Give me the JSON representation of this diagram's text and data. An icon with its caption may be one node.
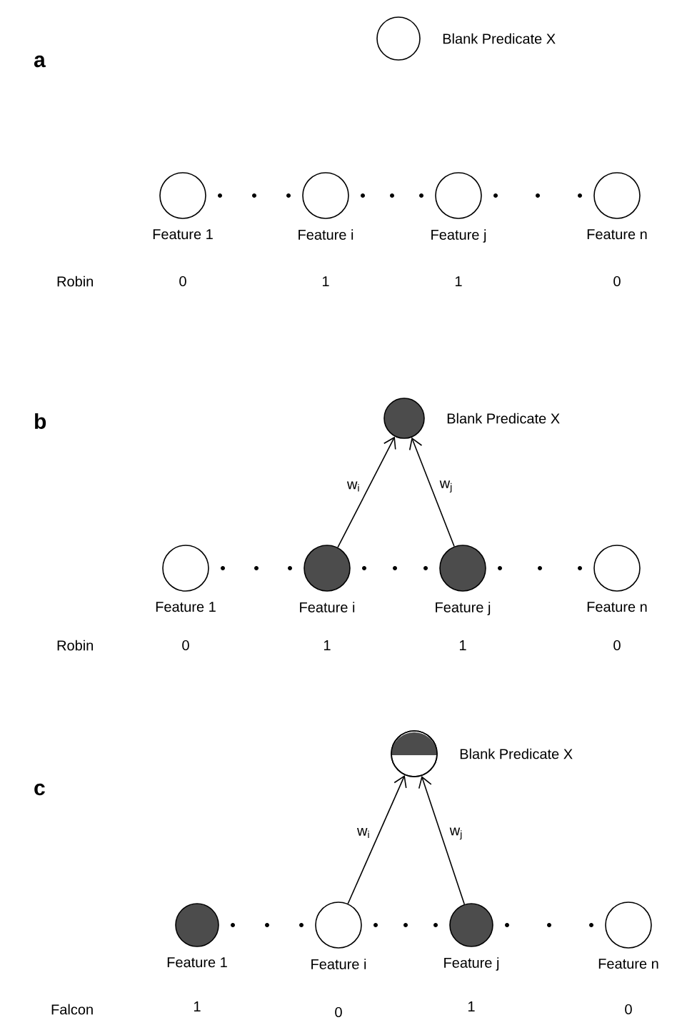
{
  "diagram": {
    "nodes": [
      {
        "text": [
          "Blank Predicate X"
        ]
      },
      {
        "text": [
          "Feature 1"
        ]
      },
      {
        "text": [
          "Feature i"
        ]
      },
      {
        "text": [
          "Feature j"
        ]
      },
      {
        "text": [
          "Feature n"
        ]
      },
      {
        "text": [
          "Blank Predicate X"
        ]
      },
      {
        "text": [
          "Feature 1"
        ]
      },
      {
        "text": [
          "Feature i"
        ]
      },
      {
        "text": [
          "Feature j"
        ]
      },
      {
        "text": [
          "Feature n"
        ]
      },
      {
        "text": [
          "Blank Predicate X"
        ]
      },
      {
        "text": [
          "Feature 1"
        ]
      },
      {
        "text": [
          "Feature i"
        ]
      },
      {
        "text": [
          "Feature j"
        ]
      },
      {
        "text": [
          "Feature n"
        ]
      }
    ],
    "edges": [
      {
        "from": 7,
        "to": 5,
        "arrow": "to",
        "label": "w$_{i}$"
      },
      {
        "from": 8,
        "to": 5,
        "arrow": "to",
        "label": "w$_{j}$"
      },
      {
        "from": 12,
        "to": 10,
        "arrow": "to",
        "label": "w$_{i}$"
      },
      {
        "from": 13,
        "to": 10,
        "arrow": "to",
        "label": "w$_{j}$"
      }
    ],
    "labels": [
      "a",
      "Robin",
      "0",
      "1",
      "1",
      "0",
      "b",
      "Robin",
      "0",
      "1",
      "1",
      "0",
      "c",
      "Falcon",
      "1",
      "0",
      "1",
      "0"
    ]
  }
}
